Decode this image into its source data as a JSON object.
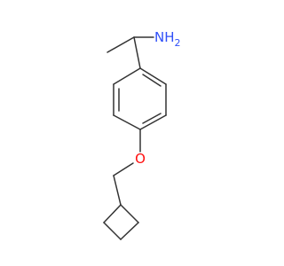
{
  "molecule": {
    "atoms": {
      "amine": {
        "text": "NH",
        "subscript": "2",
        "color": "#3050F8"
      },
      "ether_oxygen": {
        "text": "O",
        "color": "#FF0D0D"
      }
    },
    "bond_color": "#333333"
  }
}
